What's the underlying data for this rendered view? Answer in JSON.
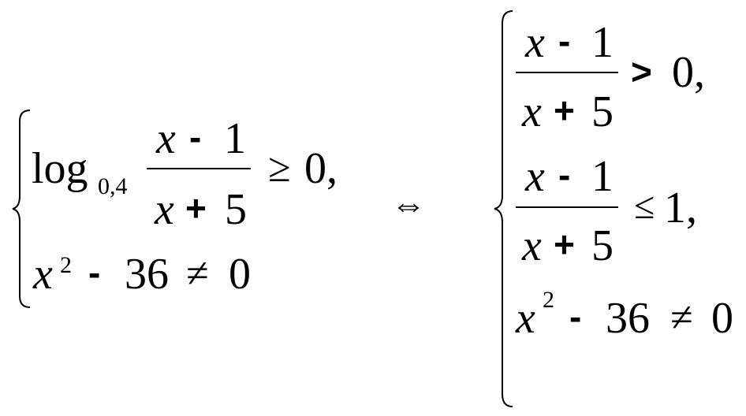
{
  "left_system": {
    "log_word": "log",
    "log_base": "0,4",
    "numerator_var": "x",
    "numerator_op": "-",
    "numerator_const": "1",
    "denominator_var": "x",
    "denominator_op": "+",
    "denominator_const": "5",
    "relation": "≥",
    "rhs": "0,",
    "line2_var": "x",
    "line2_exp": "2",
    "line2_op": "-",
    "line2_const": "36",
    "line2_relation": "≠",
    "line2_rhs": "0"
  },
  "equivalence_symbol": "⇔",
  "right_system": {
    "ineq1": {
      "numerator_var": "x",
      "numerator_op": "-",
      "numerator_const": "1",
      "denominator_var": "x",
      "denominator_op": "+",
      "denominator_const": "5",
      "relation": ">",
      "rhs": "0,"
    },
    "ineq2": {
      "numerator_var": "x",
      "numerator_op": "-",
      "numerator_const": "1",
      "denominator_var": "x",
      "denominator_op": "+",
      "denominator_const": "5",
      "relation": "≤",
      "rhs": "1,"
    },
    "line3_var": "x",
    "line3_exp": "2",
    "line3_op": "-",
    "line3_const": "36",
    "line3_relation": "≠",
    "line3_rhs": "0"
  }
}
